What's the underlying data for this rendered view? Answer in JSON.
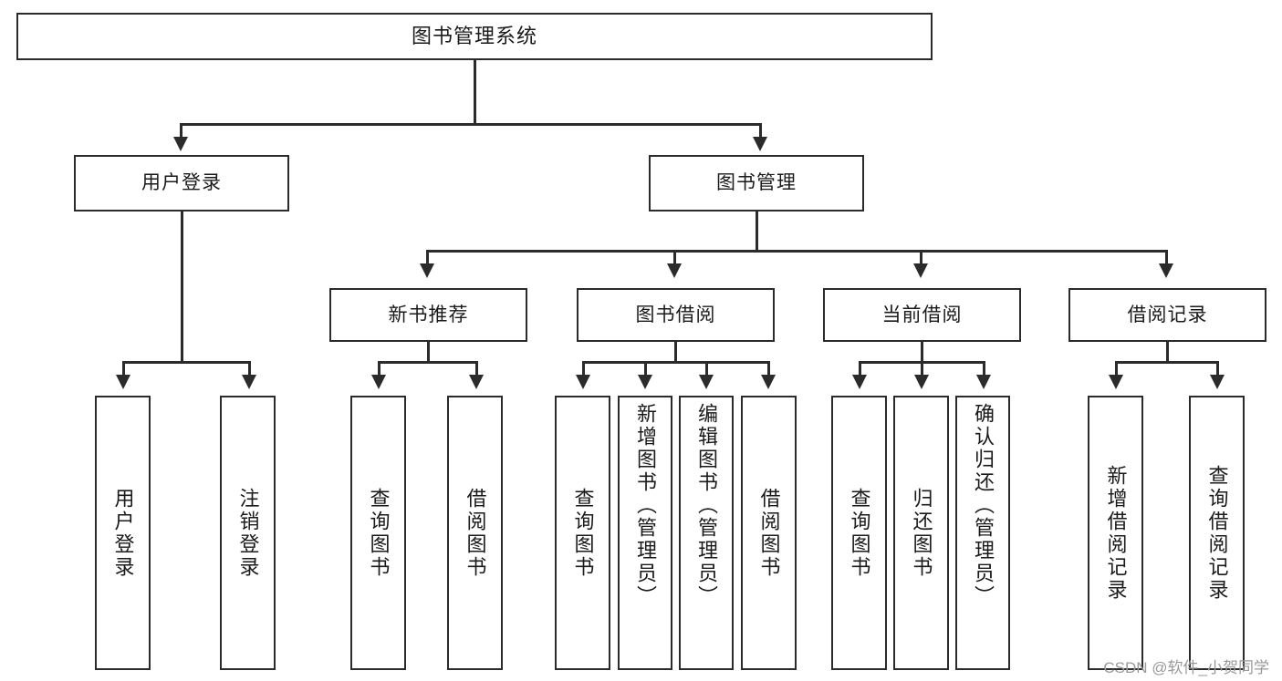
{
  "diagram": {
    "type": "tree",
    "title": "图书管理系统",
    "root": {
      "label": "图书管理系统"
    },
    "level2": [
      {
        "label": "用户登录"
      },
      {
        "label": "图书管理"
      }
    ],
    "level3": [
      {
        "label": "新书推荐"
      },
      {
        "label": "图书借阅"
      },
      {
        "label": "当前借阅"
      },
      {
        "label": "借阅记录"
      }
    ],
    "leaves": {
      "user_login": [
        {
          "label": "用户登录"
        },
        {
          "label": "注销登录"
        }
      ],
      "new_book_recommend": [
        {
          "label": "查询图书"
        },
        {
          "label": "借阅图书"
        }
      ],
      "book_borrow": [
        {
          "label": "查询图书"
        },
        {
          "label": "新增图书（管理员）"
        },
        {
          "label": "编辑图书（管理员）"
        },
        {
          "label": "借阅图书"
        }
      ],
      "current_borrow": [
        {
          "label": "查询图书"
        },
        {
          "label": "归还图书"
        },
        {
          "label": "确认归还（管理员）"
        }
      ],
      "borrow_record": [
        {
          "label": "新增借阅记录"
        },
        {
          "label": "查询借阅记录"
        }
      ]
    }
  },
  "watermark": {
    "text": "CSDN @软件_小贺同学"
  },
  "colors": {
    "stroke": "#2b2b2b",
    "background": "#ffffff",
    "text": "#1a1a1a",
    "watermark": "#9a9a9a"
  }
}
